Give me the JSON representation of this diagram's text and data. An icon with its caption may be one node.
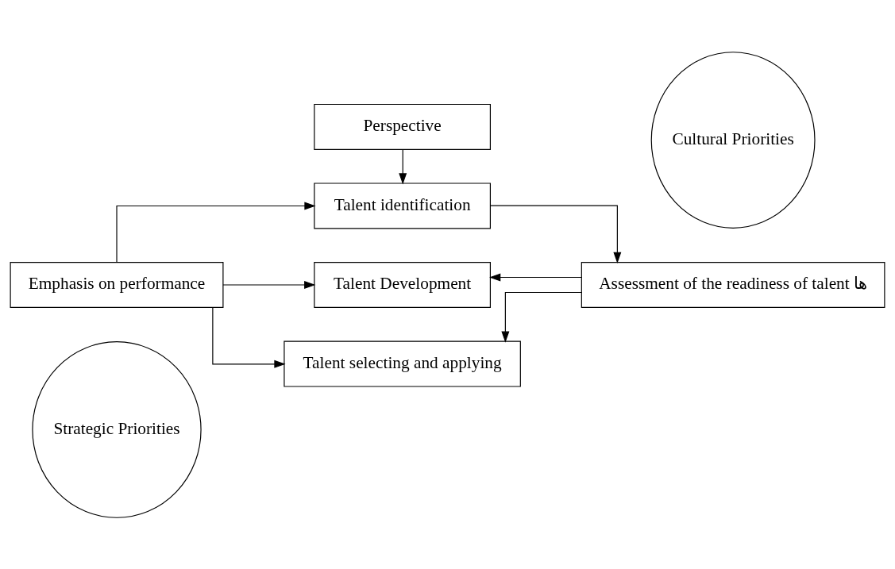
{
  "diagram": {
    "nodes": [
      {
        "text": [
          "Strategic Priorities"
        ]
      },
      {
        "text": [
          "Perspective"
        ]
      },
      {
        "text": [
          "Cultural Priorities"
        ]
      },
      {
        "text": [
          "Talent identification"
        ]
      },
      {
        "text": [
          "Talent Development"
        ]
      },
      {
        "text": [
          "Emphasis on performance"
        ]
      },
      {
        "text": [
          "Assessment of the readiness of talent ها"
        ]
      },
      {
        "text": [
          "Talent selecting and applying"
        ]
      }
    ],
    "edges": [
      {
        "from": 1,
        "to": 3,
        "arrow": "to"
      },
      {
        "from": 5,
        "to": 3,
        "arrow": "to"
      },
      {
        "from": 3,
        "to": 6,
        "arrow": "to"
      },
      {
        "from": 5,
        "to": 4,
        "arrow": "to"
      },
      {
        "from": 5,
        "to": 7,
        "arrow": "to"
      },
      {
        "from": 6,
        "to": 4,
        "arrow": "to"
      },
      {
        "from": 6,
        "to": 7,
        "arrow": "to"
      }
    ]
  }
}
